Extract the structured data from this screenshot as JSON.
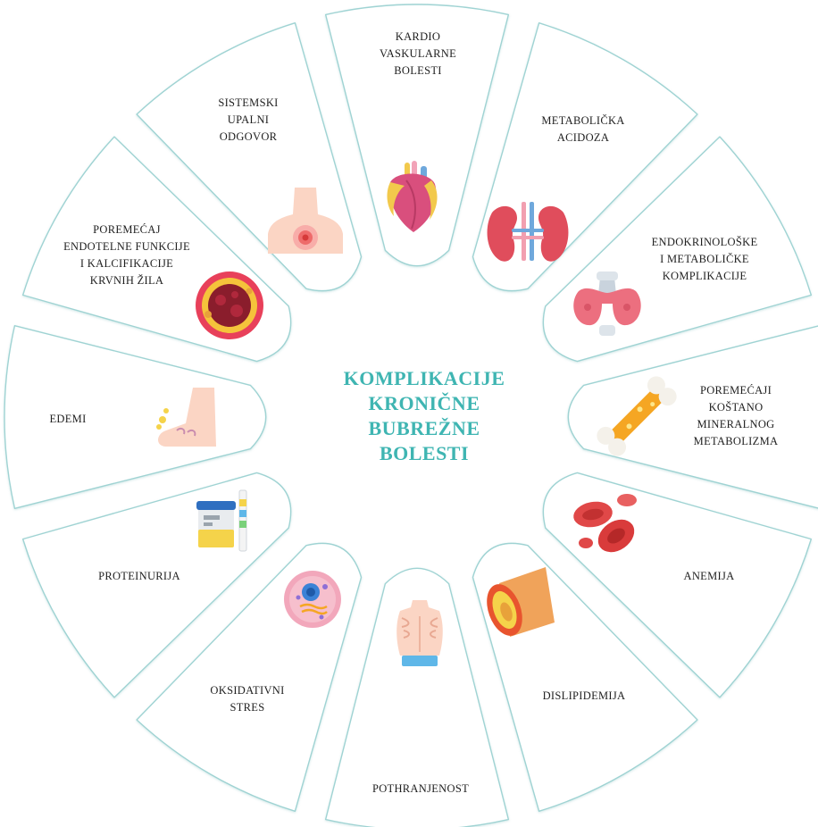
{
  "title_lines": [
    "KOMPLIKACIJE",
    "KRONIČNE",
    "BUBREŽNE",
    "BOLESTI"
  ],
  "colors": {
    "accent": "#3fb5b2",
    "segment_border": "#9fd3d3",
    "text": "#1f1f1f"
  },
  "segments": [
    {
      "key": "kardio",
      "lines": [
        "KARDIO",
        "VASKULARNE",
        "BOLESTI"
      ],
      "icon": "heart-icon"
    },
    {
      "key": "acidoza",
      "lines": [
        "METABOLIČKA",
        "ACIDOZA"
      ],
      "icon": "kidneys-icon"
    },
    {
      "key": "endokrin",
      "lines": [
        "ENDOKRINOLOŠKE",
        "I METABOLIČKE",
        "KOMPLIKACIJE"
      ],
      "icon": "thyroid-icon"
    },
    {
      "key": "kost",
      "lines": [
        "POREMEĆAJI",
        "KOŠTANO",
        "MINERALNOG",
        "METABOLIZMA"
      ],
      "icon": "bone-icon"
    },
    {
      "key": "anemija",
      "lines": [
        "ANEMIJA"
      ],
      "icon": "red-blood-cells-icon"
    },
    {
      "key": "dislipidemija",
      "lines": [
        "DISLIPIDEMIJA"
      ],
      "icon": "clogged-artery-icon"
    },
    {
      "key": "pothranjenost",
      "lines": [
        "POTHRANJENOST"
      ],
      "icon": "thin-torso-icon"
    },
    {
      "key": "oksidativni",
      "lines": [
        "OKSIDATIVNI",
        "STRES"
      ],
      "icon": "cell-icon"
    },
    {
      "key": "proteinurija",
      "lines": [
        "PROTEINURIJA"
      ],
      "icon": "urine-test-icon"
    },
    {
      "key": "edemi",
      "lines": [
        "EDEMI"
      ],
      "icon": "swollen-foot-icon"
    },
    {
      "key": "endotel",
      "lines": [
        "POREMEĆAJ",
        "ENDOTELNE FUNKCIJE",
        "I KALCIFIKACIJE",
        "KRVNIH ŽILA"
      ],
      "icon": "vessel-cross-section-icon"
    },
    {
      "key": "upalni",
      "lines": [
        "SISTEMSKI",
        "UPALNI",
        "ODGOVOR"
      ],
      "icon": "inflamed-neck-icon"
    }
  ]
}
